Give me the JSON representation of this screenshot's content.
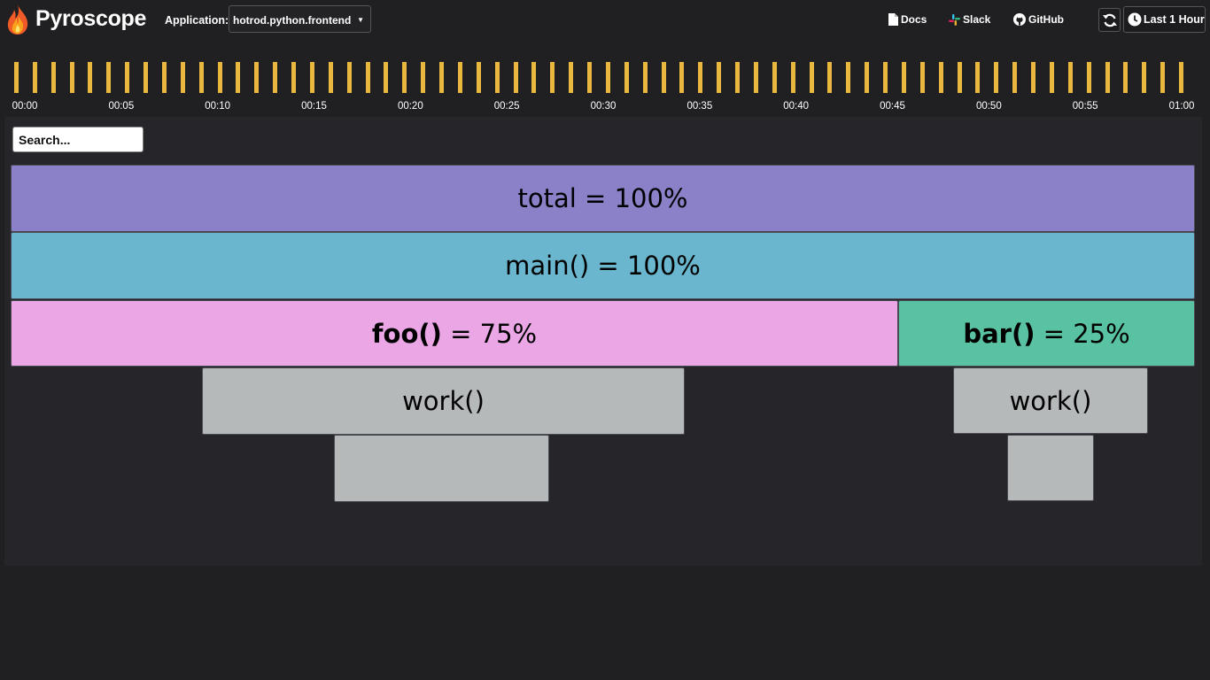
{
  "header": {
    "brand": "Pyroscope",
    "app_label": "Application:",
    "app_value": "hotrod.python.frontend",
    "links": {
      "docs": "Docs",
      "slack": "Slack",
      "github": "GitHub"
    },
    "time_range": "Last 1 Hour"
  },
  "timeline": {
    "bar_count": 64,
    "bar_color": "#eab73f",
    "labels": [
      "00:00",
      "00:05",
      "00:10",
      "00:15",
      "00:20",
      "00:25",
      "00:30",
      "00:35",
      "00:40",
      "00:45",
      "00:50",
      "00:55",
      "01:00"
    ]
  },
  "search": {
    "placeholder": "Search..."
  },
  "flamegraph": {
    "total": "total = 100%",
    "main": "main() = 100%",
    "foo": {
      "name": "foo()",
      "pct": " = 75%"
    },
    "bar": {
      "name": "bar()",
      "pct": " = 25%"
    },
    "work_1": "work()",
    "work_2": "work()",
    "colors": {
      "total": "#8a81c8",
      "main": "#69b6ce",
      "foo": "#eaa6e5",
      "bar": "#59c2a2",
      "work": "#b6b9ba"
    }
  }
}
